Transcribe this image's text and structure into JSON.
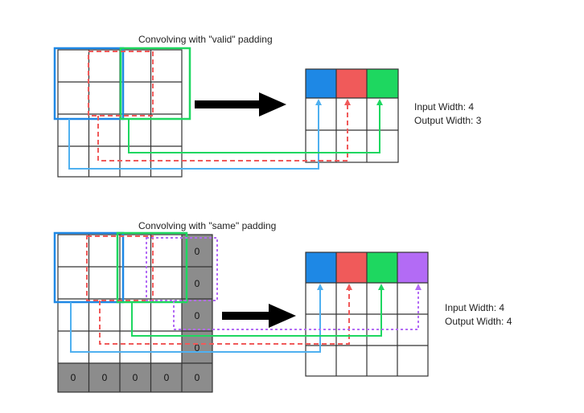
{
  "valid_section": {
    "title": "Convolving with \"valid\" padding",
    "input_width": "Input Width: 4",
    "output_width": "Output Width: 3"
  },
  "same_section": {
    "title": "Convolving with \"same\" padding",
    "input_width": "Input Width: 4",
    "output_width": "Output Width: 4",
    "pad_value": "0"
  },
  "colors": {
    "blue": "#1E88E5",
    "red": "#F05A5A",
    "green": "#1ED760",
    "purple": "#B36BF5",
    "pad_gray": "#8C8C8C",
    "grid": "#333333",
    "arrow": "#000000"
  }
}
